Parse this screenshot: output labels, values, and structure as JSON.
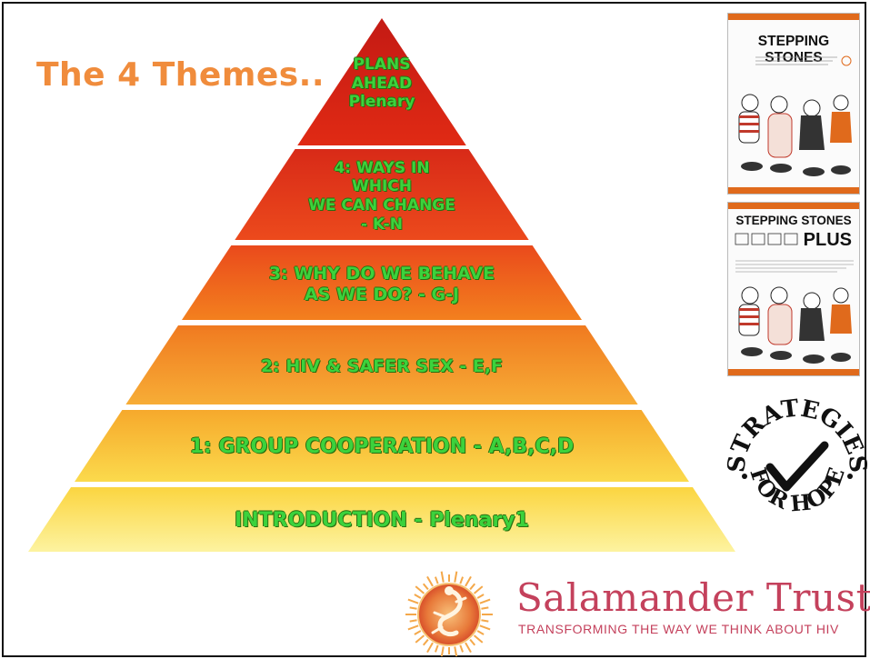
{
  "slide": {
    "title": "The 4 Themes..",
    "pyramid_layers": [
      {
        "lines": [
          "PLANS",
          "AHEAD",
          "Plenary"
        ],
        "color_top": "#c41a14",
        "color_bottom": "#e02a14"
      },
      {
        "lines": [
          "4: WAYS IN",
          "WHICH",
          "WE CAN CHANGE",
          "- K-N"
        ],
        "color_top": "#d82a18",
        "color_bottom": "#ec4a1c"
      },
      {
        "lines": [
          "3: WHY DO WE BEHAVE",
          "AS WE DO? - G-J"
        ],
        "color_top": "#ea4a1c",
        "color_bottom": "#f3801e"
      },
      {
        "lines": [
          "2: HIV & SAFER SEX - E,F"
        ],
        "color_top": "#f07a20",
        "color_bottom": "#f7ad36"
      },
      {
        "lines": [
          "1: GROUP COOPERATION - A,B,C,D"
        ],
        "color_top": "#f6a92c",
        "color_bottom": "#fbda4c"
      },
      {
        "lines": [
          "INTRODUCTION - Plenary1"
        ],
        "color_top": "#fbd540",
        "color_bottom": "#fdf3a0"
      }
    ],
    "text_color": "#3cd23c",
    "books": [
      {
        "title": "STEPPING STONES",
        "subtitle": ""
      },
      {
        "title": "STEPPING STONES",
        "subtitle": "PLUS"
      }
    ],
    "strategies_logo": {
      "top_text": "STRATEGIES",
      "bottom_text": "FOR HOPE"
    },
    "organization": {
      "name": "Salamander Trust",
      "tagline": "TRANSFORMING THE WAY WE THINK ABOUT HIV",
      "brand_color": "#c4415c"
    }
  }
}
